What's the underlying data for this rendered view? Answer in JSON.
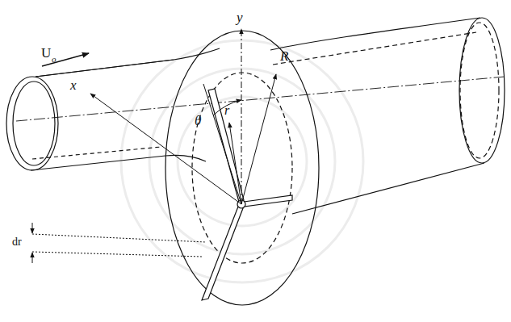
{
  "diagram": {
    "labels": [
      "x",
      "y",
      "U",
      "o",
      "θ",
      "r",
      "R",
      "dr"
    ]
  }
}
